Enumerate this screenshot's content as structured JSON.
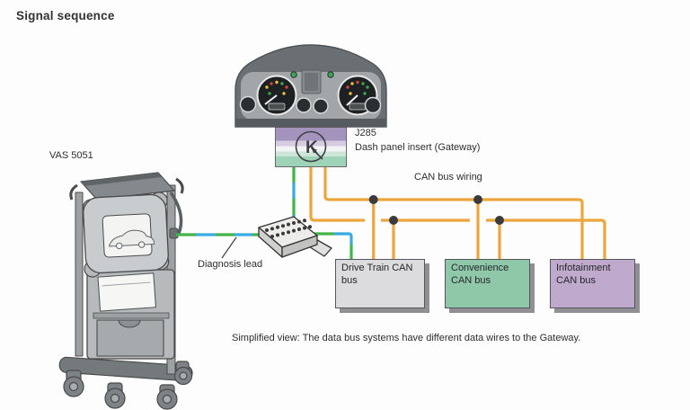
{
  "title": "Signal sequence",
  "tester": {
    "label": "VAS 5051"
  },
  "gateway": {
    "code": "J285",
    "name": "Dash panel insert (Gateway)",
    "symbol": "K"
  },
  "wiring": {
    "can_label": "CAN bus wiring",
    "diagnosis_label": "Diagnosis lead",
    "colors": {
      "can_wire": "#ECA73C",
      "diagnosis_green": "#43B44A",
      "diagnosis_blue": "#36ACE0",
      "junction_dot": "#3B3B3D"
    }
  },
  "buses": [
    {
      "label": "Drive Train CAN bus",
      "fill": "#DCDCDE"
    },
    {
      "label": "Convenience CAN bus",
      "fill": "#8FC7A9"
    },
    {
      "label": "Infotainment CAN bus",
      "fill": "#BFA9CD"
    }
  ],
  "caption": "Simplified view: The data bus systems have different data wires to the Gateway."
}
